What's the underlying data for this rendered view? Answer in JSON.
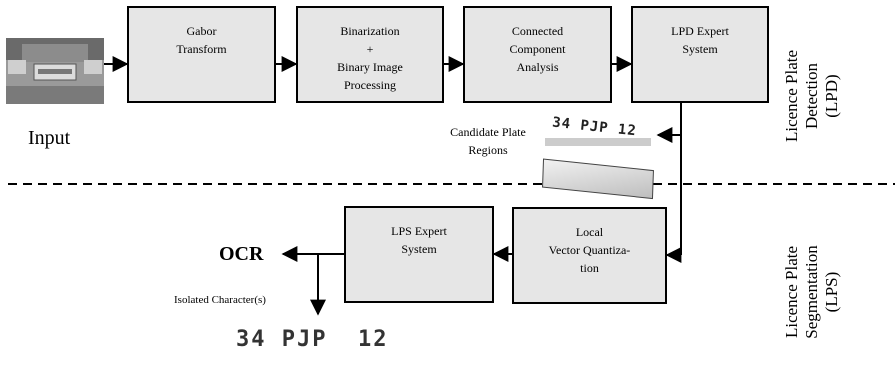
{
  "input_label": "Input",
  "process_boxes": {
    "gabor": "Gabor\nTransform",
    "binarization": "Binarization\n+\nBinary Image\nProcessing",
    "connected": "Connected\nComponent\nAnalysis",
    "lpd_expert": "LPD Expert\nSystem",
    "local_vq": "Local\nVector Quantiza-\ntion",
    "lps_expert": "LPS Expert\nSystem"
  },
  "candidate_label": "Candidate Plate\nRegions",
  "candidate_plate_text": "34 PJP  12",
  "output_label": "OCR",
  "isolated_label": "Isolated  Character(s)",
  "isolated_chars": "34 PJP  12",
  "side_labels": {
    "lpd": "Licence Plate\nDetection\n(LPD)",
    "lps": "Licence Plate\nSegmentation\n(LPS)"
  }
}
